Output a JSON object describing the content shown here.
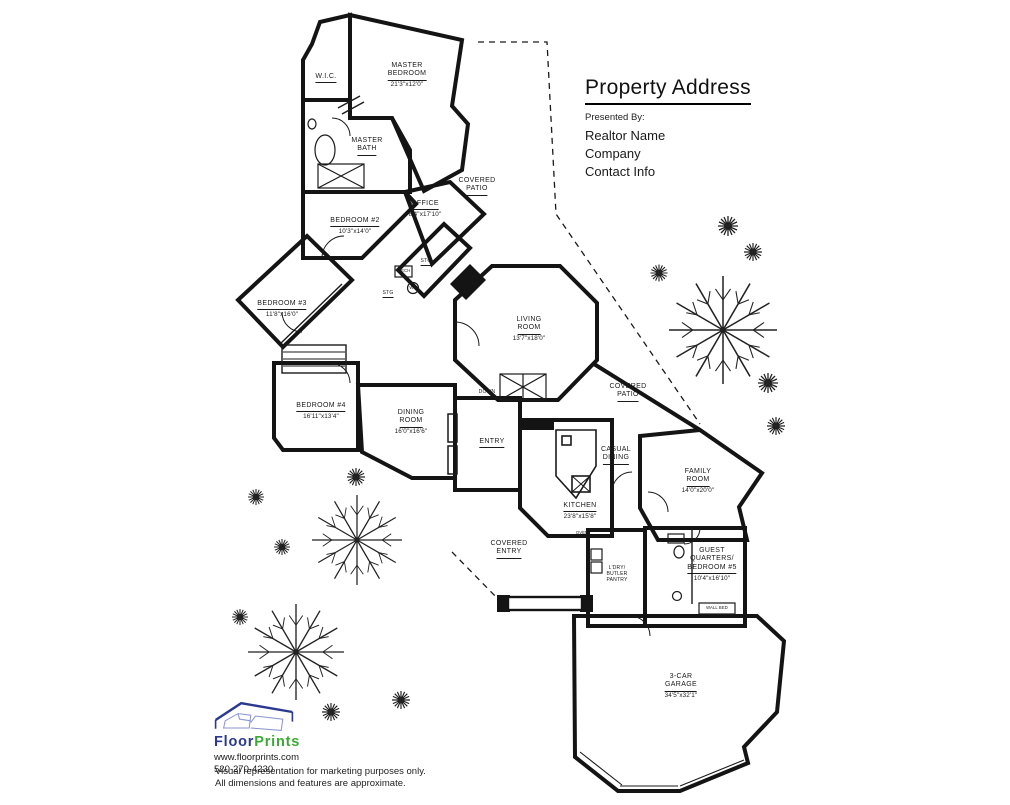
{
  "header": {
    "title": "Property Address",
    "presented_by": "Presented By:",
    "realtor": "Realtor Name",
    "company": "Company",
    "contact": "Contact Info"
  },
  "rooms": [
    {
      "lines": [
        "MASTER",
        "BEDROOM"
      ],
      "dims": "21'3\"x12'0\""
    },
    {
      "lines": [
        "W.I.C."
      ]
    },
    {
      "lines": [
        "MASTER",
        "BATH"
      ]
    },
    {
      "lines": [
        "BEDROOM #2"
      ],
      "dims": "10'3\"x14'0\""
    },
    {
      "lines": [
        "OFFICE"
      ],
      "dims": "8'4\"x17'10\""
    },
    {
      "lines": [
        "COVERED",
        "PATIO"
      ]
    },
    {
      "lines": [
        "BEDROOM #3"
      ],
      "dims": "11'8\"x16'0\""
    },
    {
      "lines": [
        "LIVING",
        "ROOM"
      ],
      "dims": "13'7\"x18'0\""
    },
    {
      "lines": [
        "DOWN"
      ]
    },
    {
      "lines": [
        "BEDROOM #4"
      ],
      "dims": "16'11\"x13'4\""
    },
    {
      "lines": [
        "DINING",
        "ROOM"
      ],
      "dims": "16'0\"x16'6\""
    },
    {
      "lines": [
        "COVERED",
        "PATIO"
      ]
    },
    {
      "lines": [
        "ENTRY"
      ]
    },
    {
      "lines": [
        "CASUAL",
        "DINING"
      ]
    },
    {
      "lines": [
        "KITCHEN"
      ],
      "dims": "23'8\"x15'8\""
    },
    {
      "lines": [
        "FAMILY",
        "ROOM"
      ],
      "dims": "14'0\"x20'0\""
    },
    {
      "lines": [
        "COVERED",
        "ENTRY"
      ]
    },
    {
      "lines": [
        "L'DRY/",
        "BUTLER",
        "PANTRY"
      ]
    },
    {
      "lines": [
        "GUEST",
        "QUARTERS/",
        "BEDROOM #5"
      ],
      "dims": "10'4\"x16'10\""
    },
    {
      "lines": [
        "WALL BED"
      ]
    },
    {
      "lines": [
        "3-CAR",
        "GARAGE"
      ],
      "dims": "34'5\"x32'1\""
    },
    {
      "lines": [
        "STG"
      ]
    },
    {
      "lines": [
        "STG"
      ]
    },
    {
      "lines": [
        "MECH"
      ]
    },
    {
      "lines": [
        "OVEN"
      ]
    },
    {
      "lines": [
        "WH"
      ]
    }
  ],
  "footer": {
    "logo_floor": "Floor",
    "logo_prints": "Prints",
    "website": "www.floorprints.com",
    "phone": "520-270-4230",
    "disclaimer1": "Visual representation for marketing purposes only.",
    "disclaimer2": "All dimensions and features are approximate.",
    "brand_blue": "#2b3990",
    "brand_green": "#3aaa35"
  }
}
